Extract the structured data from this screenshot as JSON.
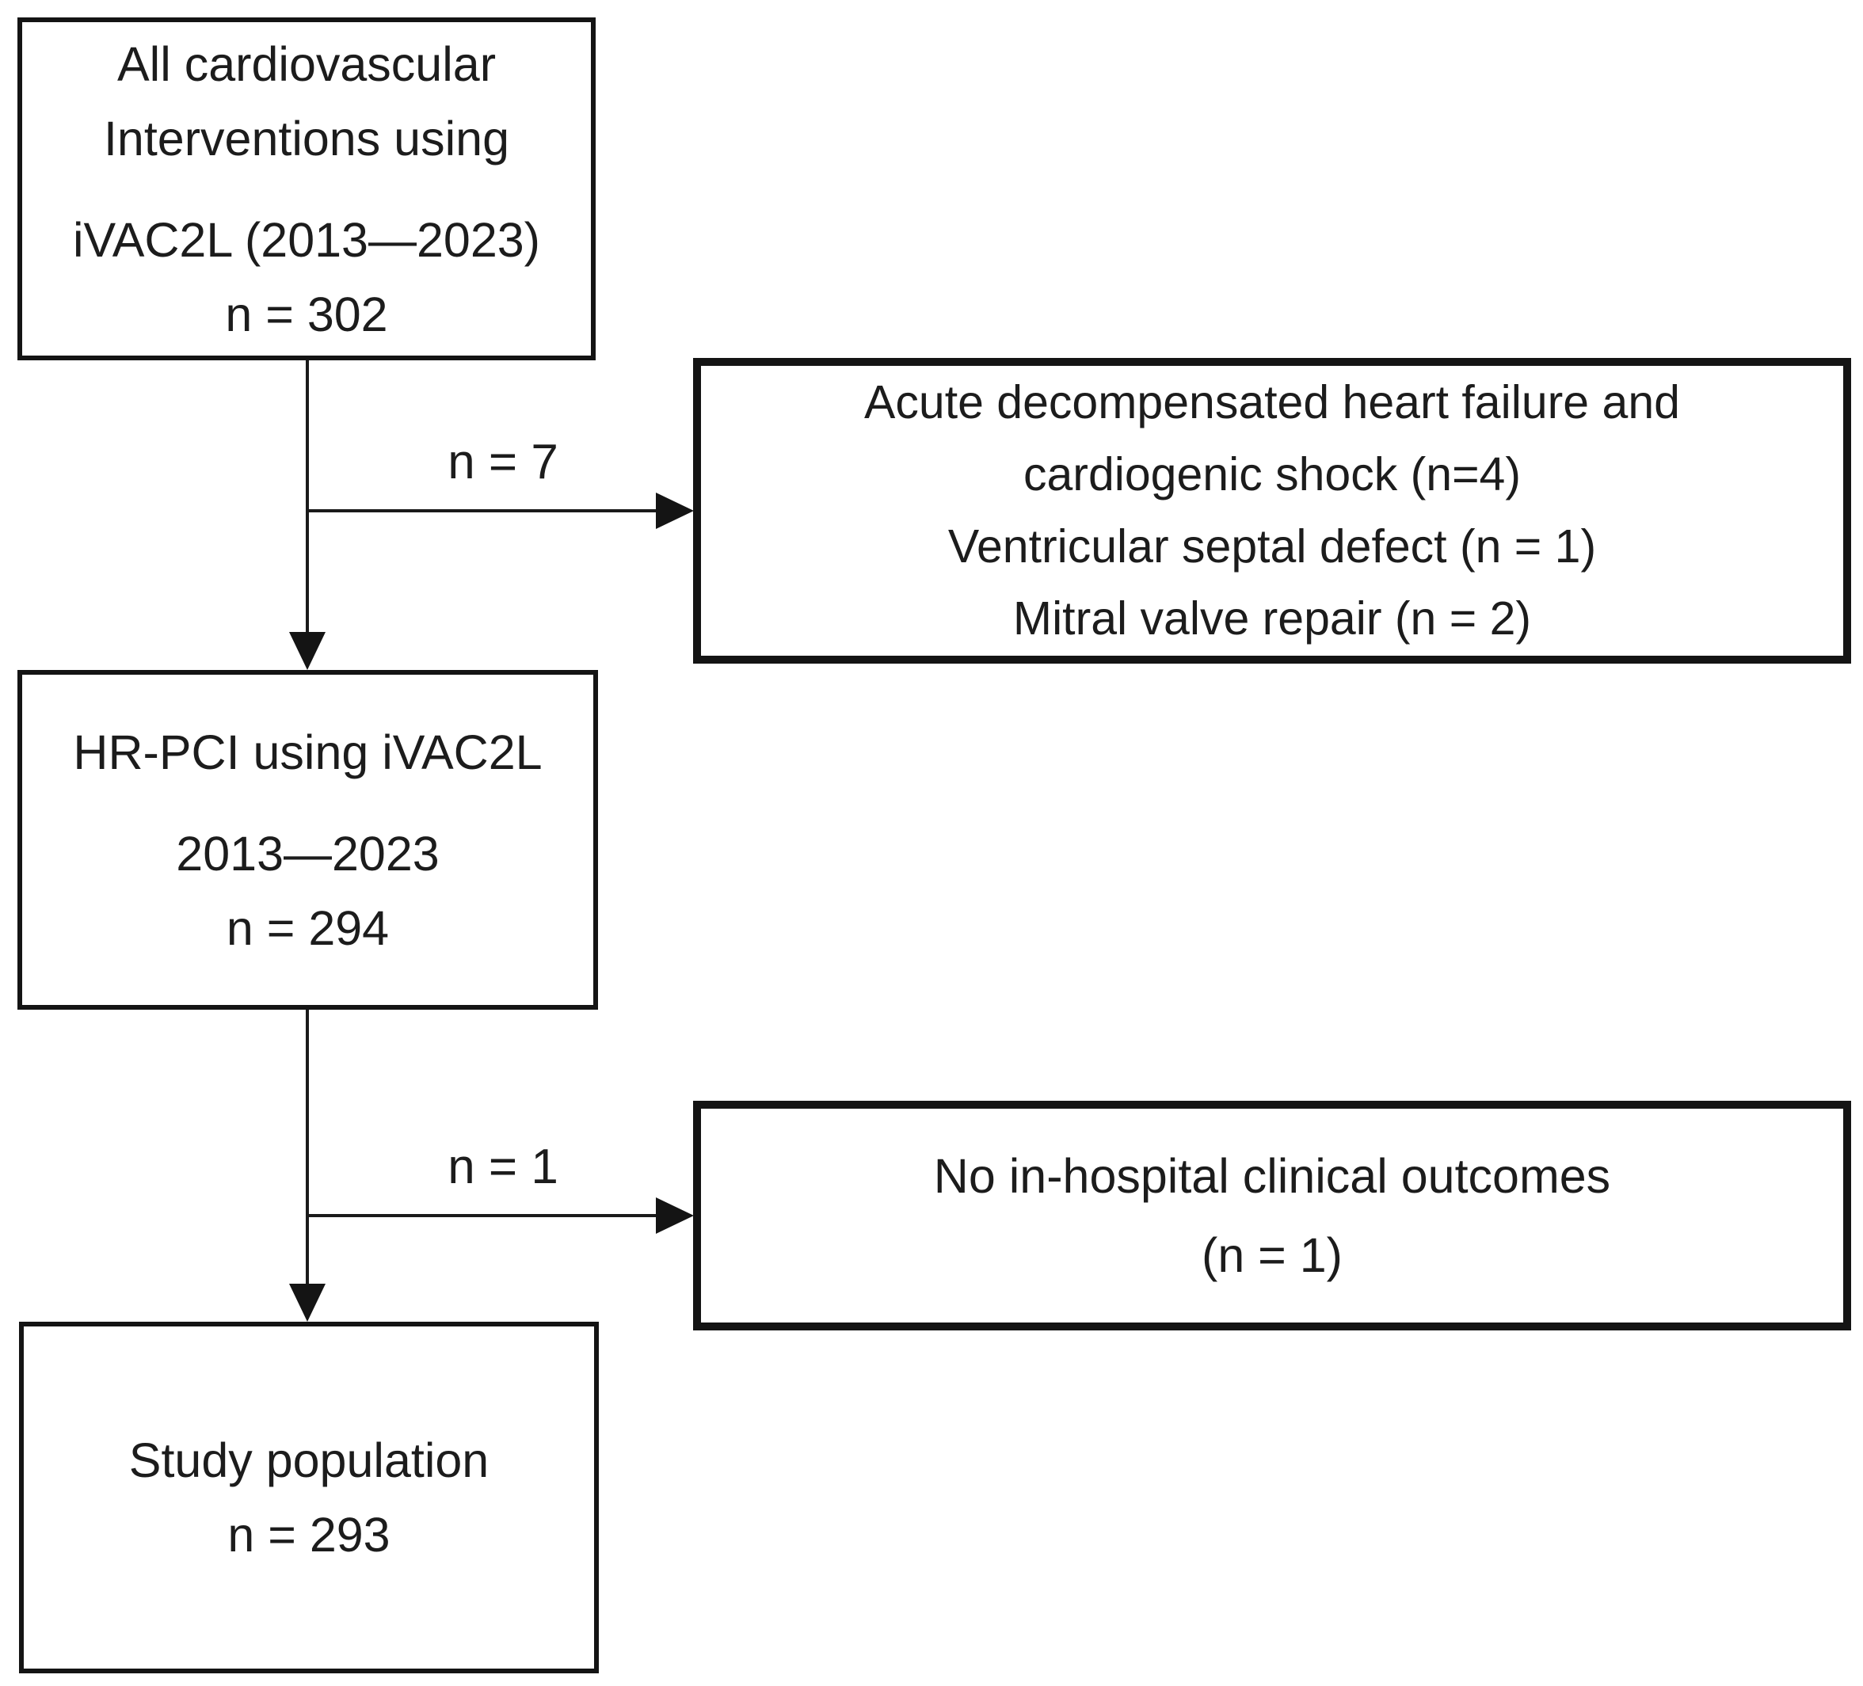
{
  "figure": {
    "type": "study-flow-diagram",
    "background_color": "#ffffff",
    "ink_color": "#141414",
    "nodes": [
      {
        "id": "all-interventions",
        "lines": [
          "All cardiovascular",
          "Interventions using",
          "iVAC2L (2013—2023)",
          "n = 302"
        ]
      },
      {
        "id": "exclusion-1",
        "lines": [
          "Acute decompensated heart failure and",
          "cardiogenic shock (n=4)",
          "Ventricular septal defect (n = 1)",
          "Mitral valve repair (n = 2)"
        ]
      },
      {
        "id": "hr-pci",
        "lines": [
          "HR-PCI using iVAC2L",
          "2013—2023",
          "n = 294"
        ]
      },
      {
        "id": "exclusion-2",
        "lines": [
          "No in-hospital clinical outcomes",
          "(n = 1)"
        ]
      },
      {
        "id": "study-population",
        "lines": [
          "Study population",
          "n = 293"
        ]
      }
    ],
    "edges": [
      {
        "from": "all-interventions",
        "to": "exclusion-1",
        "label": "n = 7"
      },
      {
        "from": "all-interventions",
        "to": "hr-pci",
        "label": ""
      },
      {
        "from": "hr-pci",
        "to": "exclusion-2",
        "label": "n = 1"
      },
      {
        "from": "hr-pci",
        "to": "study-population",
        "label": ""
      }
    ]
  }
}
